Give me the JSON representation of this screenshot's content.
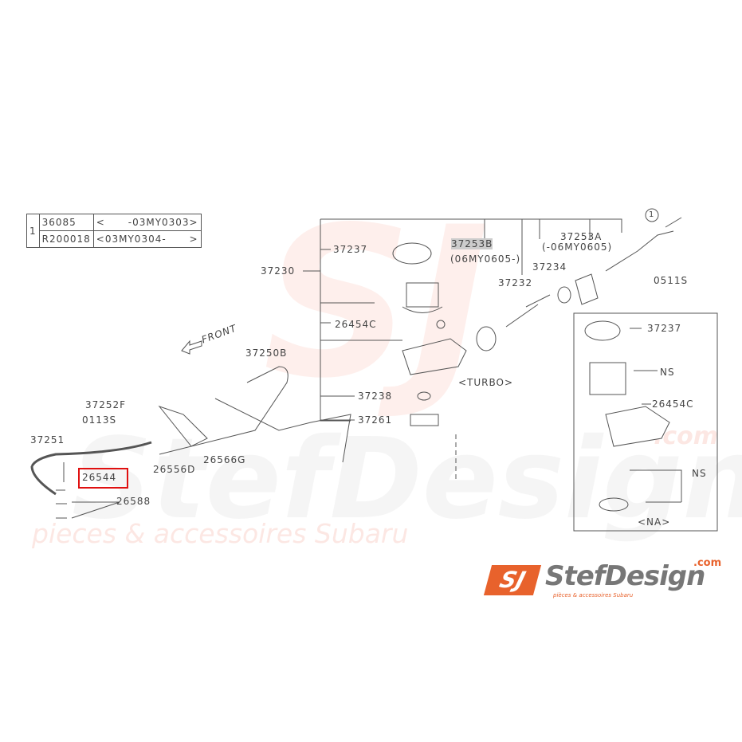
{
  "note_table": {
    "marker": "1",
    "rows": [
      {
        "part": "36085",
        "range": "<      -03MY0303>"
      },
      {
        "part": "R200018",
        "range": "<03MY0304-      >"
      }
    ]
  },
  "labels": {
    "p37230": "37230",
    "p37237": "37237",
    "p37253B": "37253B",
    "p37253B_range": "(06MY0605-)",
    "p37253A": "37253A",
    "p37253A_range": "(-06MY0605)",
    "p37234": "37234",
    "p37232": "37232",
    "p0511S": "0511S",
    "p26454C": "26454C",
    "turbo": "<TURBO>",
    "p37238": "37238",
    "p37261": "37261",
    "p37250B": "37250B",
    "front": "FRONT",
    "p37252F": "37252F",
    "p0113S": "0113S",
    "p37251": "37251",
    "p26544": "26544",
    "p26556D": "26556D",
    "p26566G": "26566G",
    "p26588": "26588",
    "ref1": "1"
  },
  "na_box": {
    "p37237": "37237",
    "ns1": "NS",
    "p26454C": "26454C",
    "ns2": "NS",
    "caption": "<NA>"
  },
  "watermark": {
    "brand": "StefDesign",
    "tagline": "pieces & accessoires Subaru",
    "domain": ".com"
  },
  "logo": {
    "mark": "SJ",
    "brand": "StefDesign",
    "domain": ".com",
    "tagline": "pièces & accessoires Subaru"
  },
  "highlight_color": "#e01010"
}
